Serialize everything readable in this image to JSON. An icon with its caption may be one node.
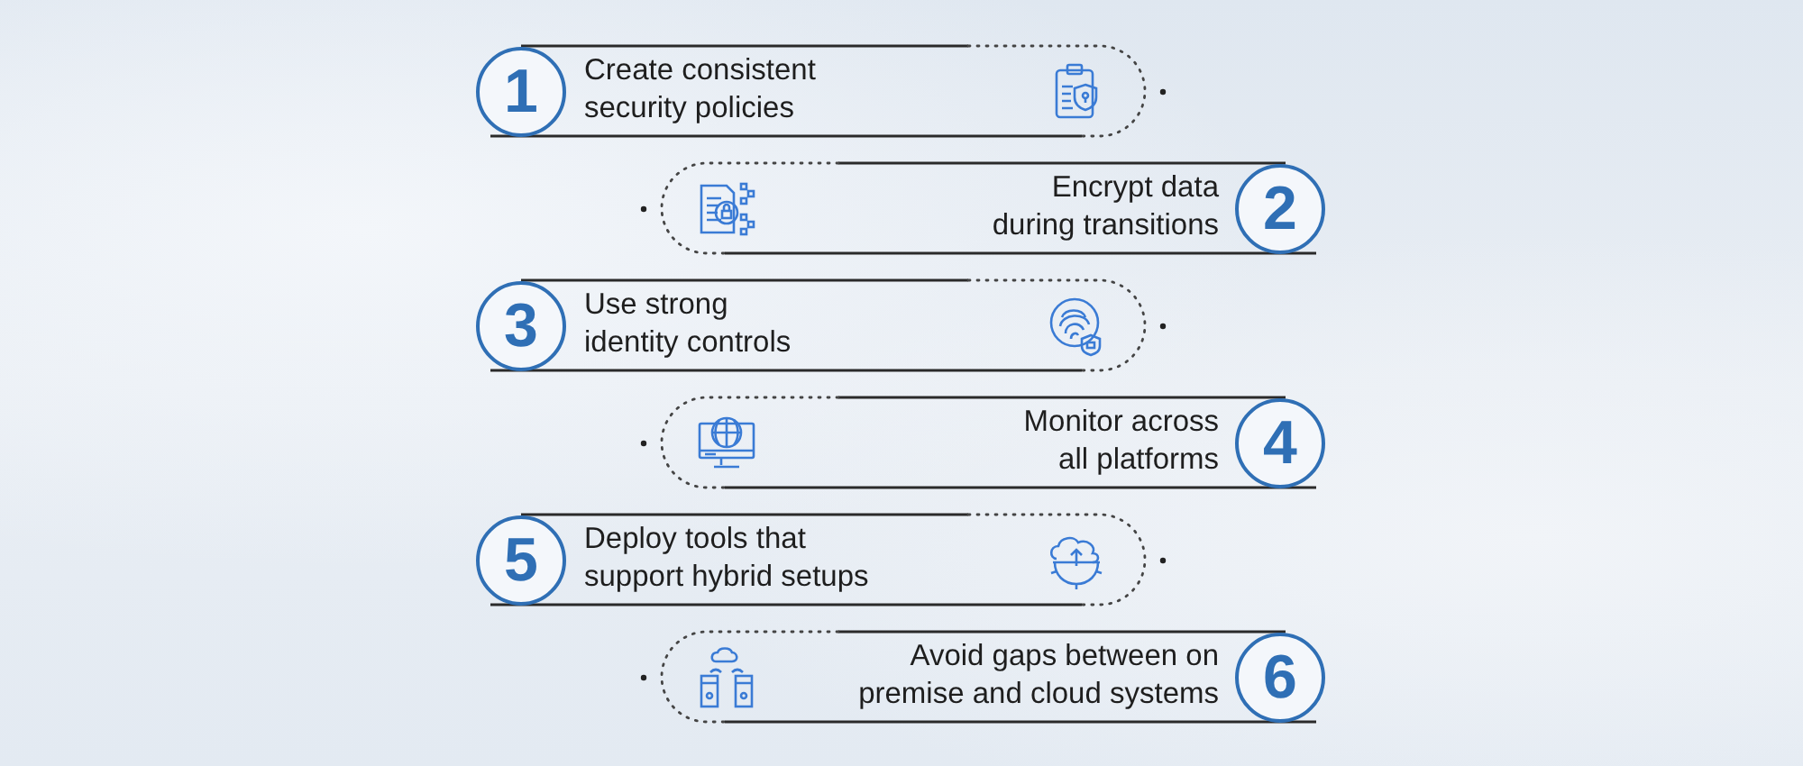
{
  "diagram": {
    "nodes": [
      {
        "text": [
          "1",
          "Create consistent security policies"
        ]
      },
      {
        "text": [
          "Encrypt data during transitions",
          "2"
        ]
      },
      {
        "text": [
          "3",
          "Use strong identity controls"
        ]
      },
      {
        "text": [
          "Monitor across all platforms",
          "4"
        ]
      },
      {
        "text": [
          "5",
          "Deploy tools that support hybrid setups"
        ]
      },
      {
        "text": [
          "Avoid gaps between on premise and cloud systems",
          "6"
        ]
      }
    ]
  }
}
